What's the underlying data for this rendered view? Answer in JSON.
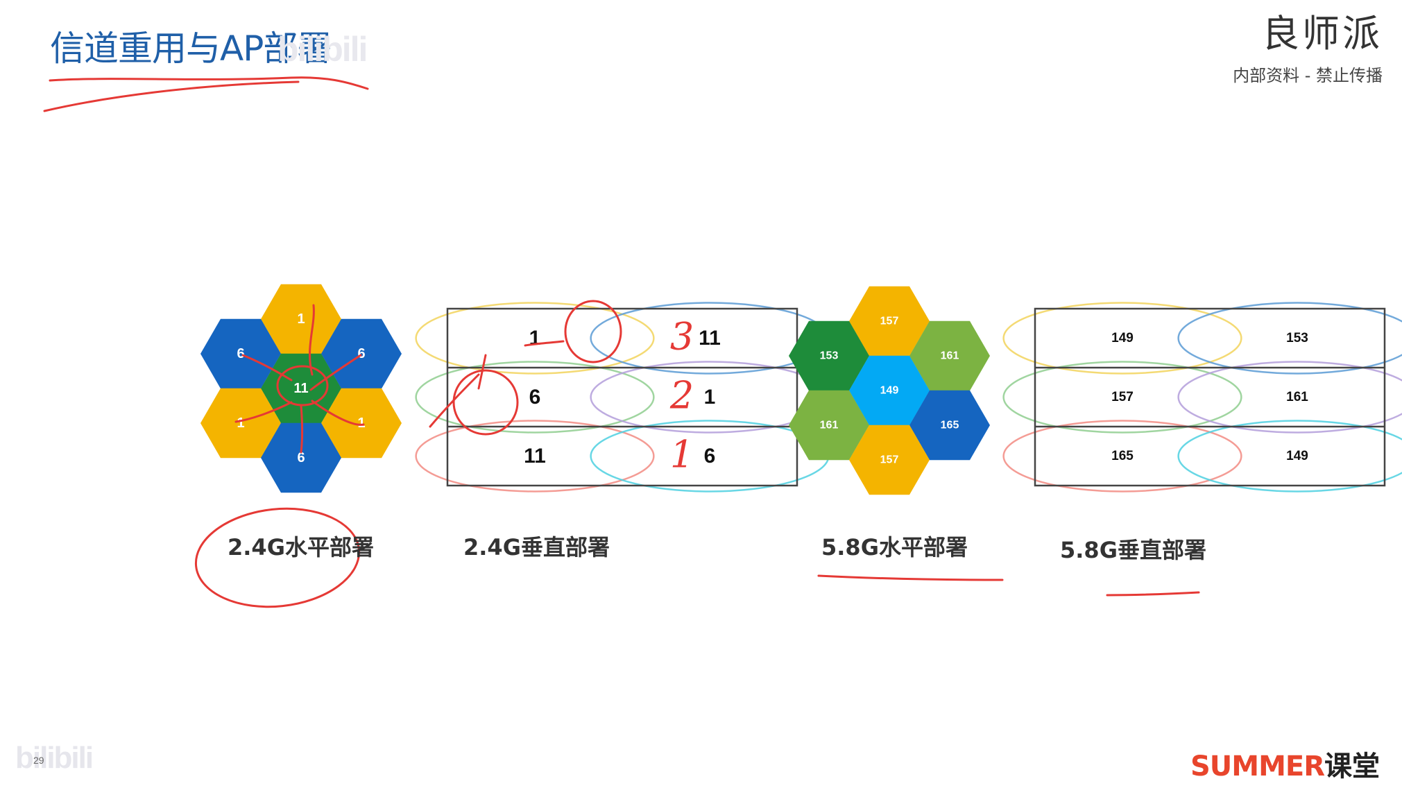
{
  "slide": {
    "title": "信道重用与AP部署",
    "page_number": "29",
    "watermark": "bilibili"
  },
  "brand": {
    "name": "良师派",
    "subtitle": "内部资料 - 禁止传播"
  },
  "footer": {
    "brand_a": "SUMMER",
    "brand_b": "课堂"
  },
  "diagrams": [
    {
      "caption": "2.4G水平部署",
      "type": "hex",
      "cells": [
        {
          "label": "1",
          "color": "#f4b400"
        },
        {
          "label": "6",
          "color": "#1565c0"
        },
        {
          "label": "6",
          "color": "#1565c0"
        },
        {
          "label": "11",
          "color": "#1e8c3a"
        },
        {
          "label": "1",
          "color": "#f4b400"
        },
        {
          "label": "1",
          "color": "#f4b400"
        },
        {
          "label": "6",
          "color": "#1565c0"
        }
      ]
    },
    {
      "caption": "2.4G垂直部署",
      "type": "grid",
      "cells": [
        [
          "1",
          "11"
        ],
        [
          "6",
          "1"
        ],
        [
          "11",
          "6"
        ]
      ],
      "annotations": [
        "3",
        "2",
        "1"
      ]
    },
    {
      "caption": "5.8G水平部署",
      "type": "hex",
      "cells": [
        {
          "label": "157",
          "color": "#f4b400"
        },
        {
          "label": "153",
          "color": "#1e8c3a"
        },
        {
          "label": "161",
          "color": "#7cb342"
        },
        {
          "label": "149",
          "color": "#03a9f4"
        },
        {
          "label": "161",
          "color": "#7cb342"
        },
        {
          "label": "165",
          "color": "#1565c0"
        },
        {
          "label": "157",
          "color": "#f4b400"
        }
      ]
    },
    {
      "caption": "5.8G垂直部署",
      "type": "grid",
      "cells": [
        [
          "149",
          "153"
        ],
        [
          "157",
          "161"
        ],
        [
          "165",
          "149"
        ]
      ]
    }
  ],
  "colors": {
    "title": "#1f5fa8",
    "annotation": "#e53935",
    "circle_palette": [
      "#f2d35c",
      "#5b9bd5",
      "#8fce8f",
      "#b39ddb",
      "#f28b82",
      "#4dd0e1"
    ]
  }
}
